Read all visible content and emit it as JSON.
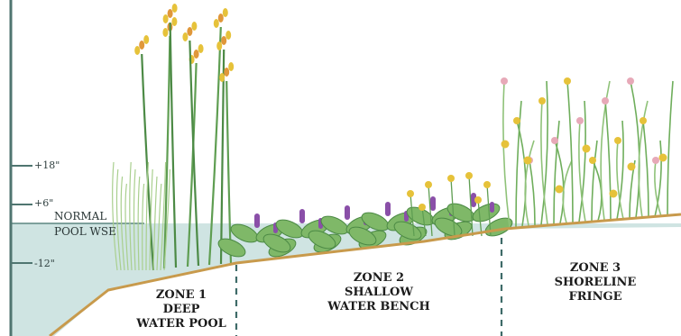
{
  "scale": {
    "marks": [
      "+18\"",
      "+6\"",
      "-12\""
    ]
  },
  "water": {
    "label_line1": "NORMAL",
    "label_line2": "POOL WSE"
  },
  "zones": [
    {
      "line1": "ZONE 1",
      "line2": "DEEP",
      "line3": "WATER POOL"
    },
    {
      "line1": "ZONE 2",
      "line2": "SHALLOW",
      "line3": "WATER BENCH"
    },
    {
      "line1": "ZONE 3",
      "line2": "SHORELINE",
      "line3": "FRINGE"
    }
  ],
  "colors": {
    "water": "#cfe4e2",
    "ground_line": "#c89a4c",
    "scale_bar": "#4f7570",
    "stem_green": "#5f9e52",
    "leaf_green": "#7fb868",
    "flower_purple": "#8a4fa8",
    "flower_yellow": "#e6c23a",
    "flower_orange": "#e0973a",
    "flower_pink": "#e7a9b8"
  }
}
